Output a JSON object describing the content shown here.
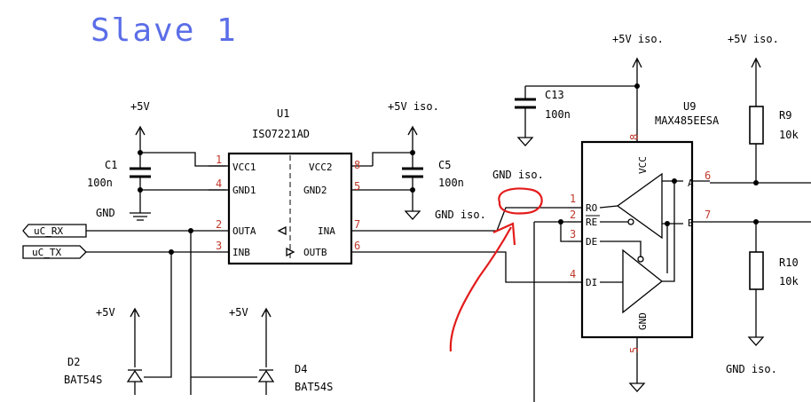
{
  "title": "Slave 1",
  "u1": {
    "ref": "U1",
    "part": "ISO7221AD",
    "pins": {
      "vcc1": "VCC1",
      "gnd1": "GND1",
      "outa": "OUTA",
      "inb": "INB",
      "vcc2": "VCC2",
      "gnd2": "GND2",
      "ina": "INA",
      "outb": "OUTB",
      "n1": "1",
      "n4": "4",
      "n2": "2",
      "n3": "3",
      "n8": "8",
      "n5": "5",
      "n7": "7",
      "n6": "6"
    }
  },
  "u9": {
    "ref": "U9",
    "part": "MAX485EESA",
    "pins": {
      "ro": "RO",
      "re": "RE",
      "de": "DE",
      "di": "DI",
      "vcc": "VCC",
      "gnd": "GND",
      "a": "A",
      "b": "B",
      "n1": "1",
      "n2": "2",
      "n3": "3",
      "n4": "4",
      "n8": "8",
      "n5": "5",
      "n6": "6",
      "n7": "7"
    }
  },
  "components": {
    "c1": {
      "ref": "C1",
      "value": "100n"
    },
    "c5": {
      "ref": "C5",
      "value": "100n"
    },
    "c13": {
      "ref": "C13",
      "value": "100n"
    },
    "r9": {
      "ref": "R9",
      "value": "10k"
    },
    "r10": {
      "ref": "R10",
      "value": "10k"
    },
    "d2": {
      "ref": "D2",
      "value": "BAT54S"
    },
    "d4": {
      "ref": "D4",
      "value": "BAT54S"
    }
  },
  "nets": {
    "p5v": "+5V",
    "p5v_iso": "+5V iso.",
    "gnd": "GND",
    "gnd_iso": "GND iso.",
    "uc_rx": "uC_RX",
    "uc_tx": "uC_TX"
  },
  "annotation": {
    "color": "#e31b1b"
  }
}
